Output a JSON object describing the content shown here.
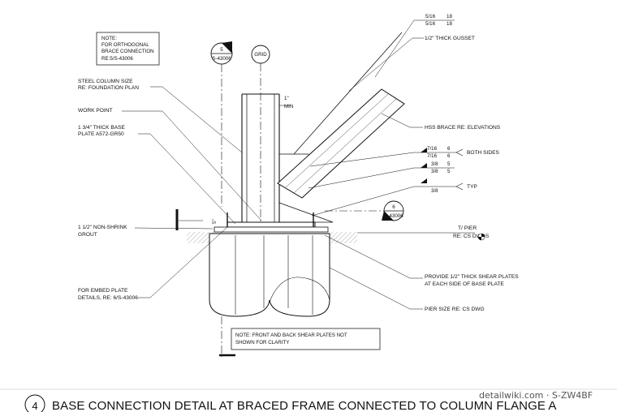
{
  "title": "BASE CONNECTION DETAIL AT BRACED FRAME CONNECTED TO COLUMN FLANGE A",
  "detail_number": "4",
  "watermark": "detailwiki.com · S-ZW4BF",
  "grid_label": "GRID",
  "note_top": [
    "NOTE:",
    "FOR ORTHOGONAL",
    "BRACE CONNECTION",
    "RE:5/S-43006"
  ],
  "note_bottom": [
    "NOTE: FRONT AND BACK SHEAR PLATES NOT",
    "SHOWN FOR CLARITY"
  ],
  "section_marks": {
    "top": {
      "number": "5",
      "sheet": "S-43006"
    },
    "right": {
      "number": "6",
      "sheet": "S-43006"
    }
  },
  "left_callouts": {
    "column": [
      "STEEL COLUMN SIZE",
      "RE: FOUNDATION PLAN"
    ],
    "work_point": [
      "WORK POINT"
    ],
    "base_plate": [
      "1 3/4\" THICK BASE",
      "PLATE A572-GR50"
    ],
    "grout": [
      "1 1/2\" NON-SHRINK",
      "GROUT"
    ],
    "embed": [
      "FOR EMBED PLATE",
      "DETAILS, RE: 6/S-43006"
    ]
  },
  "right_callouts": {
    "gusset": "1/2\" THICK GUSSET",
    "hss": "HSS BRACE RE: ELEVATIONS",
    "both_sides": "BOTH SIDES",
    "typ": "TYP",
    "tpier": [
      "T/ PIER",
      "RE: CS DWGS"
    ],
    "shear_plates": [
      "PROVIDE 1/2\" THICK SHEAR PLATES",
      "AT EACH SIDE OF BASE PLATE"
    ],
    "pier_size": "PIER SIZE RE: CS DWG"
  },
  "weld_symbols": {
    "top_a": "5/16",
    "top_a_size": "18",
    "top_b": "5/16",
    "top_b_size": "18",
    "mid_a": "7/16",
    "mid_a_size": "6",
    "mid_b": "7/16",
    "mid_b_size": "6",
    "low_a": "3/8",
    "low_a_size": "5",
    "low_b": "3/8",
    "low_b_size": "5",
    "typ_size": "3/8"
  },
  "dims": {
    "min_gap": [
      "1\"",
      "MIN"
    ],
    "grout_dim": "5\""
  }
}
